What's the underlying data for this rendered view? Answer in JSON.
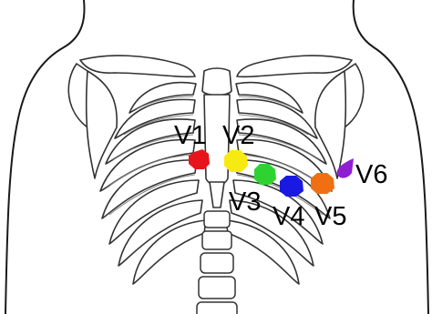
{
  "leads": [
    {
      "label": "V1",
      "color": "#e8141b"
    },
    {
      "label": "V2",
      "color": "#f7ea12"
    },
    {
      "label": "V3",
      "color": "#2fd331"
    },
    {
      "label": "V4",
      "color": "#1919e3"
    },
    {
      "label": "V5",
      "color": "#f06f13"
    },
    {
      "label": "V6",
      "color": "#8f1fd2"
    }
  ]
}
